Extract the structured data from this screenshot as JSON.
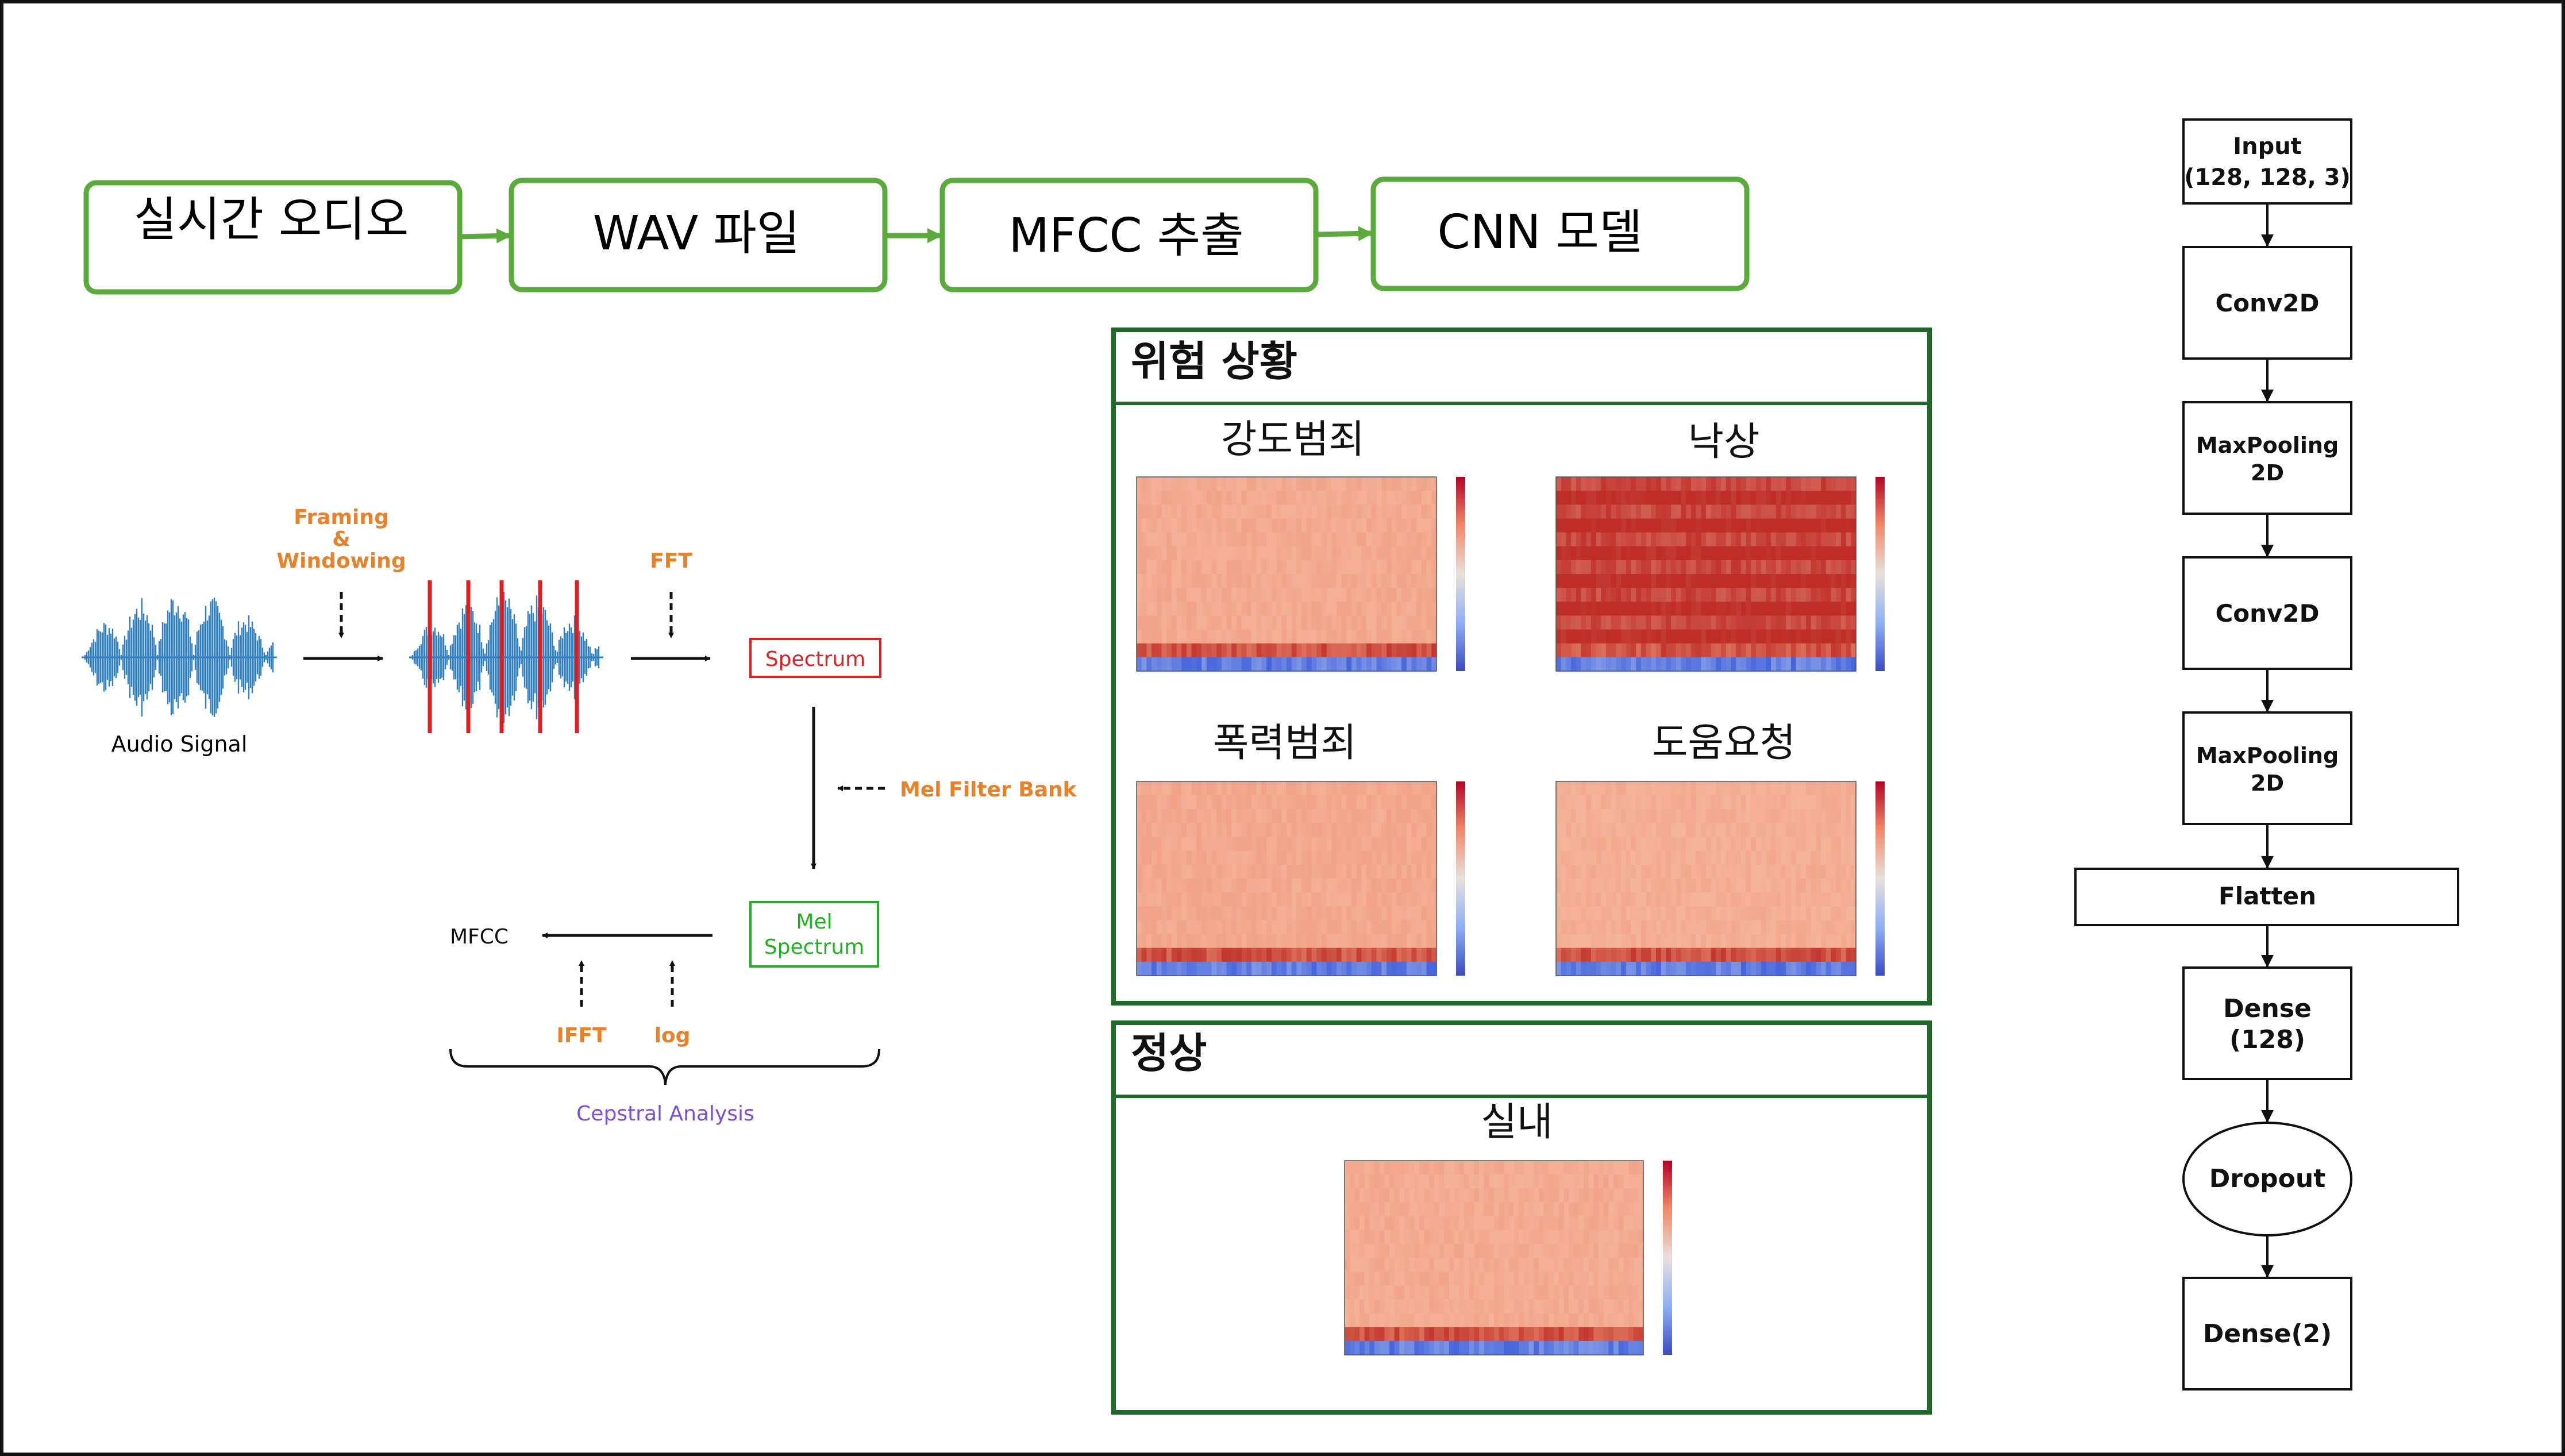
{
  "pipeline": {
    "steps": [
      "실시간 오디오",
      "WAV 파일",
      "MFCC 추출",
      "CNN 모델"
    ]
  },
  "mfcc_process": {
    "audio_signal": "Audio Signal",
    "framing": [
      "Framing",
      "&",
      "Windowing"
    ],
    "fft": "FFT",
    "spectrum": "Spectrum",
    "mel_filter_bank": "Mel Filter Bank",
    "mel_spectrum": [
      "Mel",
      "Spectrum"
    ],
    "mfcc": "MFCC",
    "ifft": "IFFT",
    "log": "log",
    "cepstral": "Cepstral Analysis"
  },
  "danger_panel": {
    "title": "위험 상황",
    "labels": [
      "강도범죄",
      "낙상",
      "폭력범죄",
      "도움요청"
    ]
  },
  "normal_panel": {
    "title": "정상",
    "labels": [
      "실내"
    ]
  },
  "cnn_model": {
    "layers": [
      [
        "Input",
        "(128, 128, 3)"
      ],
      [
        "Conv2D"
      ],
      [
        "MaxPooling",
        "2D"
      ],
      [
        "Conv2D"
      ],
      [
        "MaxPooling",
        "2D"
      ],
      [
        "Flatten"
      ],
      [
        "Dense",
        "(128)"
      ],
      [
        "Dropout"
      ],
      [
        "Dense(2)"
      ]
    ]
  },
  "colors": {
    "green_box": "#5aaa3c",
    "panel_green": "#1e6b28",
    "orange": "#e8822a",
    "red": "#e02020",
    "mel_green": "#20b020",
    "purple": "#7b4fd8",
    "wave_blue": "#2f7fc1",
    "spec_warm": "#f2a488",
    "spec_hot": "#c83a30",
    "spec_cool": "#3a5fd8"
  }
}
